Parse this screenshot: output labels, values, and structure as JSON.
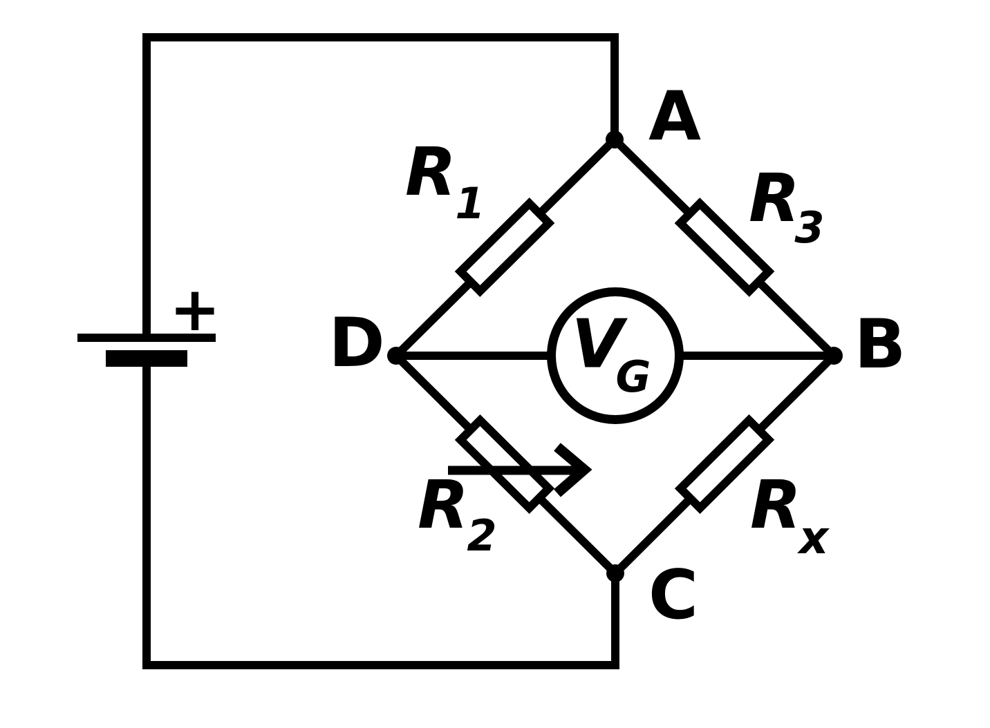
{
  "diagram": {
    "type": "Wheatstone bridge circuit",
    "background_color": "#ffffff",
    "line_color": "#000000"
  },
  "nodes": {
    "a": "A",
    "b": "B",
    "c": "C",
    "d": "D"
  },
  "battery": {
    "polarity_label": "+"
  },
  "resistors": {
    "r1": {
      "base": "R",
      "sub": "1"
    },
    "r2": {
      "base": "R",
      "sub": "2"
    },
    "r3": {
      "base": "R",
      "sub": "3"
    },
    "rx": {
      "base": "R",
      "sub": "x"
    }
  },
  "galvanometer": {
    "base": "V",
    "sub": "G"
  }
}
